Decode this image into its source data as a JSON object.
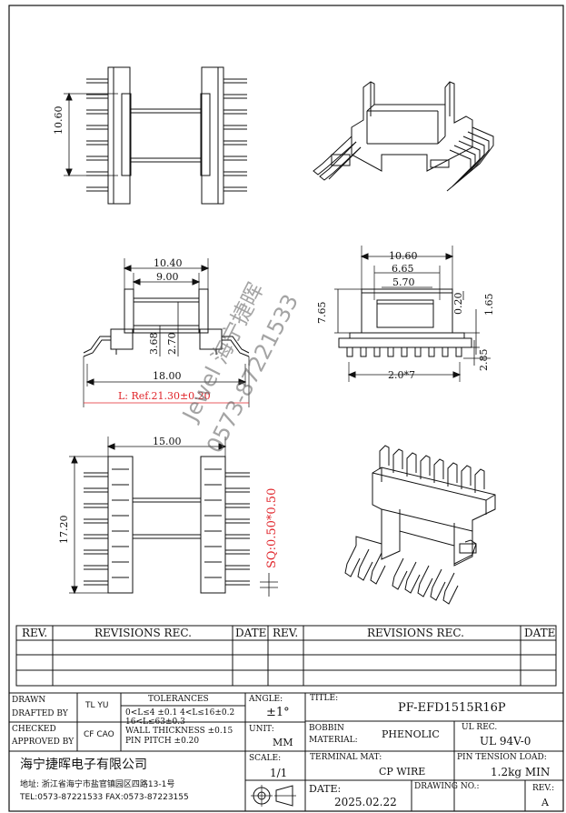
{
  "dims": {
    "top_height": "10.60",
    "front_outer": "10.40",
    "front_inner": "9.00",
    "front_h1": "3.68",
    "front_h2": "2.70",
    "front_width": "18.00",
    "lead_length": "L: Ref.21.30±0.20",
    "side_outer": "10.60",
    "side_mid": "6.65",
    "side_inner": "5.70",
    "side_height": "7.65",
    "side_small": "0.20",
    "side_right": "1.65",
    "side_pin": "2.85",
    "pitch": "2.0*7",
    "bottom_width": "15.00",
    "bottom_height": "17.20",
    "sq": "SQ:0.50*0.50"
  },
  "watermark": {
    "line1": "Jewel 海宁捷晖",
    "line2": "0573-87221533"
  },
  "revisions": {
    "rev_label": "REV.",
    "rec_label": "REVISIONS  REC.",
    "date_label": "DATE"
  },
  "title_block": {
    "drawn": "DRAWN",
    "drafted_by": "DRAFTED BY",
    "drafter": "TL YU",
    "checked": "CHECKED",
    "approved_by": "APPROVED BY",
    "checker": "CF CAO",
    "tolerances_label": "TOLERANCES",
    "tol_line1": "0<L≤4  ±0.1  4<L≤16±0.2",
    "tol_line2": "16<L≤63±0.3",
    "tol_line3": "WALL THICKNESS  ±0.15",
    "tol_line4": "PIN PITCH  ±0.20",
    "angle_label": "ANGLE:",
    "angle_value": "±1°",
    "unit_label": "UNIT:",
    "unit_value": "MM",
    "scale_label": "SCALE:",
    "scale_value": "1/1",
    "title_label": "TITLE:",
    "title_value": "PF-EFD1515R16P",
    "bobbin_label1": "BOBBIN",
    "bobbin_label2": "MATERIAL:",
    "bobbin_value": "PHENOLIC",
    "ul_label": "UL REC.",
    "ul_value": "UL 94V-0",
    "terminal_label": "TERMINAL MAT:",
    "terminal_value": "CP WIRE",
    "pin_tension_label": "PIN TENSION LOAD:",
    "pin_tension_value": "1.2kg MIN",
    "date_label": "DATE:",
    "date_value": "2025.02.22",
    "drawing_no_label": "DRAWING NO.:",
    "rev_label": "REV.:",
    "rev_value": "A",
    "company": "海宁捷晖电子有限公司",
    "address": "地址: 浙江省海宁市盐官镇园区四路13-1号",
    "tel": "TEL:0573-87221533  FAX:0573-87223155"
  }
}
